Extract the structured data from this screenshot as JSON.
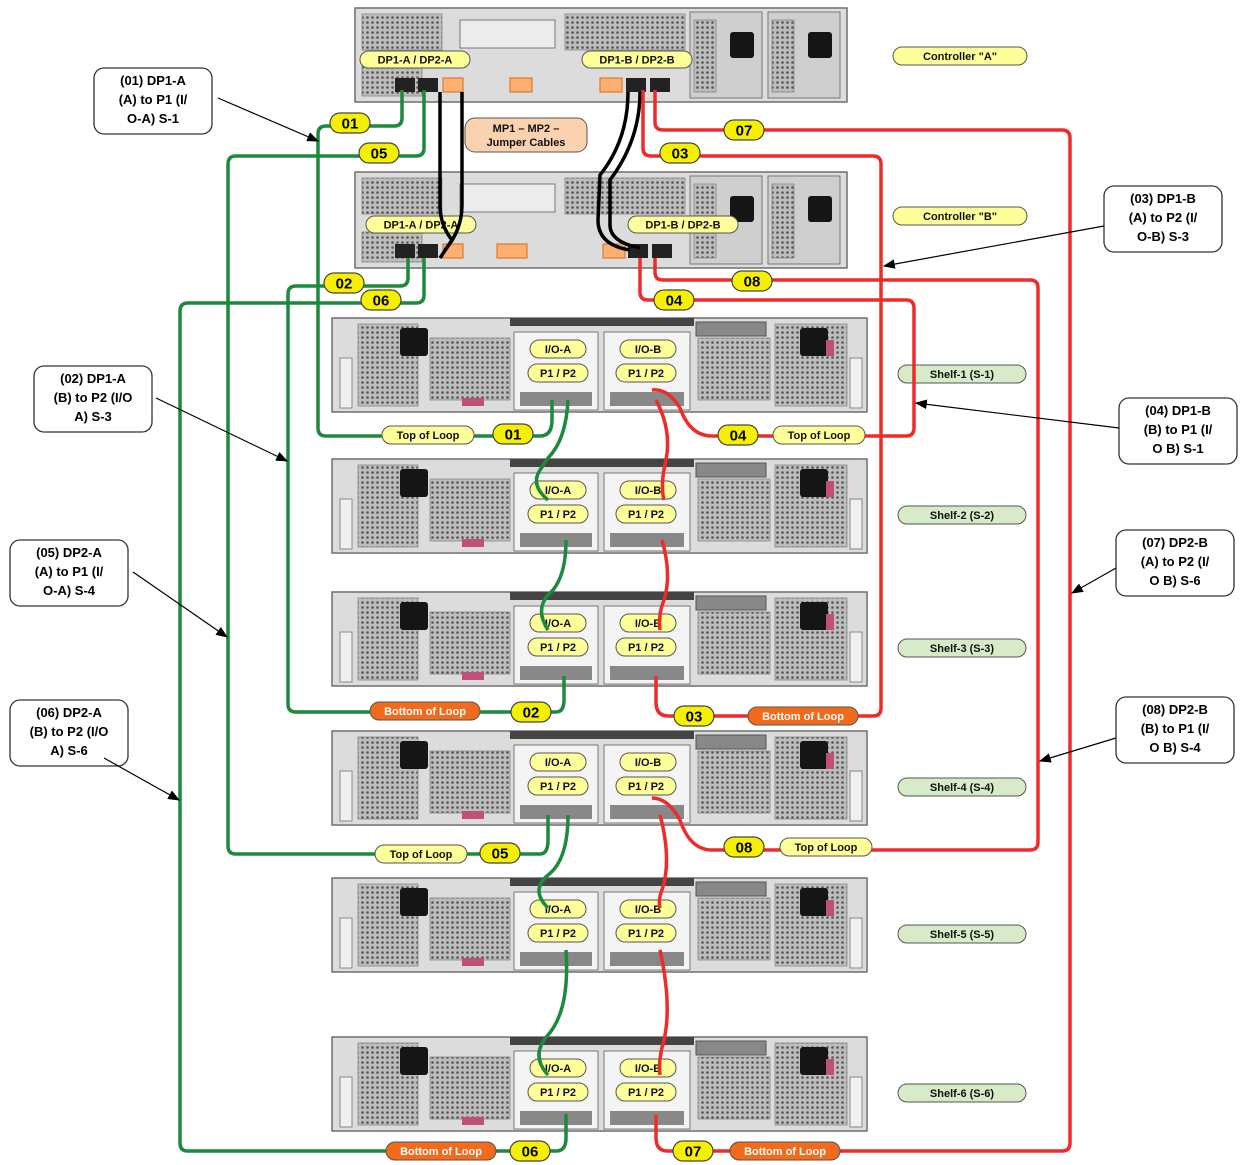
{
  "controllers": [
    {
      "id": "A",
      "label": "Controller \"A\"",
      "port_left": "DP1-A / DP2-A",
      "port_right": "DP1-B / DP2-B"
    },
    {
      "id": "B",
      "label": "Controller \"B\"",
      "port_left": "DP1-A / DP2-A",
      "port_right": "DP1-B / DP2-B"
    }
  ],
  "jumper_label": [
    "MP1 – MP2 –",
    "Jumper Cables"
  ],
  "shelves": [
    {
      "label": "Shelf-1 (S-1)",
      "io_a": "I/O-A",
      "io_b": "I/O-B",
      "ports": "P1 / P2"
    },
    {
      "label": "Shelf-2 (S-2)",
      "io_a": "I/O-A",
      "io_b": "I/O-B",
      "ports": "P1 / P2"
    },
    {
      "label": "Shelf-3 (S-3)",
      "io_a": "I/O-A",
      "io_b": "I/O-B",
      "ports": "P1 / P2"
    },
    {
      "label": "Shelf-4 (S-4)",
      "io_a": "I/O-A",
      "io_b": "I/O-B",
      "ports": "P1 / P2"
    },
    {
      "label": "Shelf-5 (S-5)",
      "io_a": "I/O-A",
      "io_b": "I/O-B",
      "ports": "P1 / P2"
    },
    {
      "label": "Shelf-6 (S-6)",
      "io_a": "I/O-A",
      "io_b": "I/O-B",
      "ports": "P1 / P2"
    }
  ],
  "cable_numbers": [
    "01",
    "02",
    "03",
    "04",
    "05",
    "06",
    "07",
    "08"
  ],
  "loop_labels": {
    "top": "Top of Loop",
    "bottom": "Bottom of Loop"
  },
  "callouts": [
    {
      "id": "01",
      "lines": [
        "(01) DP1-A",
        "(A) to P1 (I/",
        "O-A) S-1"
      ]
    },
    {
      "id": "02",
      "lines": [
        "(02) DP1-A",
        "(B) to P2 (I/O",
        "A) S-3"
      ]
    },
    {
      "id": "03",
      "lines": [
        "(03) DP1-B",
        "(A) to P2 (I/",
        "O-B) S-3"
      ]
    },
    {
      "id": "04",
      "lines": [
        "(04) DP1-B",
        "(B) to P1 (I/",
        "O B) S-1"
      ]
    },
    {
      "id": "05",
      "lines": [
        "(05) DP2-A",
        "(A) to P1 (I/",
        "O-A) S-4"
      ]
    },
    {
      "id": "06",
      "lines": [
        "(06) DP2-A",
        "(B) to P2 (I/O",
        "A) S-6"
      ]
    },
    {
      "id": "07",
      "lines": [
        "(07) DP2-B",
        "(A) to P2 (I/",
        "O B) S-6"
      ]
    },
    {
      "id": "08",
      "lines": [
        "(08) DP2-B",
        "(B) to P1 (I/",
        "O B) S-4"
      ]
    }
  ],
  "colors": {
    "path_a": "#1c8a3c",
    "path_b": "#ee2b2b",
    "jumper": "#000000",
    "number_badge": "#f5ef00",
    "top_loop": "#ffff99",
    "bottom_loop": "#f26a1b",
    "shelf_label": "#d7ebc8"
  }
}
